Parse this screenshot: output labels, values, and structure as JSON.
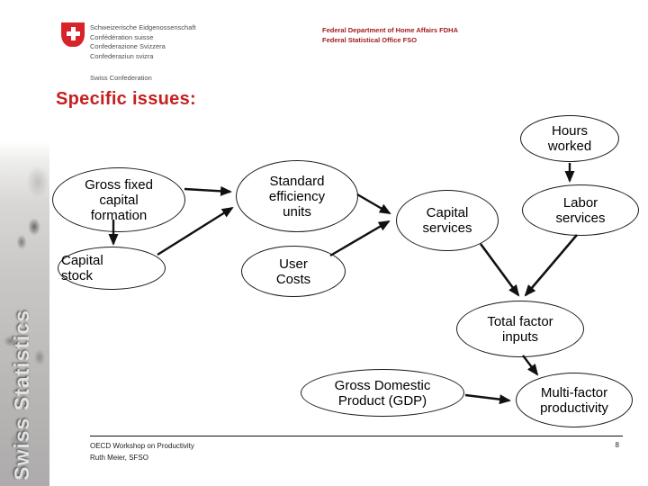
{
  "header": {
    "logo_text_lines": [
      "Schweizerische Eidgenossenschaft",
      "Confédération suisse",
      "Confederazione Svizzera",
      "Confederaziun svizra"
    ],
    "logo_tagline": "Swiss Confederation",
    "department_line1": "Federal Department of Home Affairs FDHA",
    "department_line2": "Federal Statistical Office FSO"
  },
  "slide": {
    "title": "Specific issues:"
  },
  "sidebar": {
    "vertical_text": "Swiss Statistics"
  },
  "diagram": {
    "nodes": {
      "hours_worked": "Hours worked",
      "gross_fixed": "Gross fixed capital formation",
      "standard_units": "Standard efficiency units",
      "capital_services": "Capital services",
      "labor_services": "Labor services",
      "capital_stock": "Capital stock",
      "user_costs": "User Costs",
      "total_factor": "Total factor inputs",
      "gdp": "Gross Domestic Product (GDP)",
      "mfp": "Multi-factor productivity"
    },
    "edges": [
      {
        "from": "hours_worked",
        "to": "labor_services"
      },
      {
        "from": "gross_fixed",
        "to": "capital_stock"
      },
      {
        "from": "gross_fixed",
        "to": "standard_units"
      },
      {
        "from": "capital_stock",
        "to": "standard_units"
      },
      {
        "from": "standard_units",
        "to": "capital_services"
      },
      {
        "from": "user_costs",
        "to": "capital_services"
      },
      {
        "from": "capital_services",
        "to": "total_factor"
      },
      {
        "from": "labor_services",
        "to": "total_factor"
      },
      {
        "from": "total_factor",
        "to": "mfp"
      },
      {
        "from": "gdp",
        "to": "mfp"
      }
    ]
  },
  "footer": {
    "line1": "OECD Workshop on Productivity",
    "line2": "Ruth Meier, SFSO",
    "page_number": "8"
  },
  "colors": {
    "accent_red": "#c5201f",
    "logo_red": "#d8232a",
    "line_black": "#111111"
  }
}
